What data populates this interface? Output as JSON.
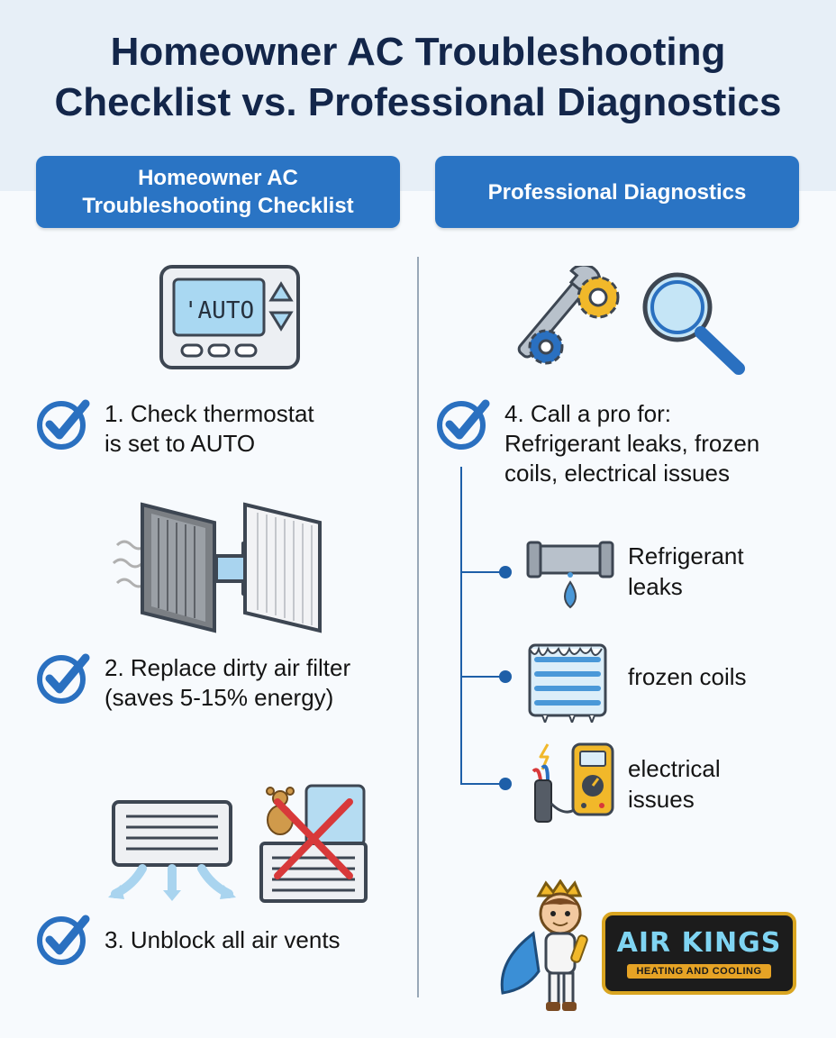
{
  "title": {
    "line1": "Homeowner AC Troubleshooting",
    "line2": "Checklist vs. Professional Diagnostics"
  },
  "columns": {
    "left_header": {
      "line1": "Homeowner AC",
      "line2": "Troubleshooting Checklist"
    },
    "right_header": "Professional Diagnostics"
  },
  "thermostat": {
    "display": "'AUTO"
  },
  "steps": [
    {
      "line1": "1. Check thermostat",
      "line2": "is set to AUTO"
    },
    {
      "line1": "2. Replace dirty air filter",
      "line2": "(saves 5-15% energy)"
    },
    {
      "line1": "3. Unblock all air vents"
    }
  ],
  "pro_step": {
    "line1": "4. Call a pro for:",
    "line2": "Refrigerant leaks, frozen",
    "line3": "coils, electrical issues"
  },
  "pro_issues": [
    {
      "line1": "Refrigerant",
      "line2": "leaks",
      "icon": "leaking-pipe-icon"
    },
    {
      "line1": "frozen coils",
      "icon": "frozen-coil-icon"
    },
    {
      "line1": "electrical",
      "line2": "issues",
      "icon": "multimeter-icon"
    }
  ],
  "logo": {
    "name": "AIR KINGS",
    "tagline": "HEATING AND COOLING"
  },
  "colors": {
    "accent": "#2a74c4",
    "title": "#13264a",
    "check": "#2a70c0",
    "logo_gold": "#d9a521"
  }
}
